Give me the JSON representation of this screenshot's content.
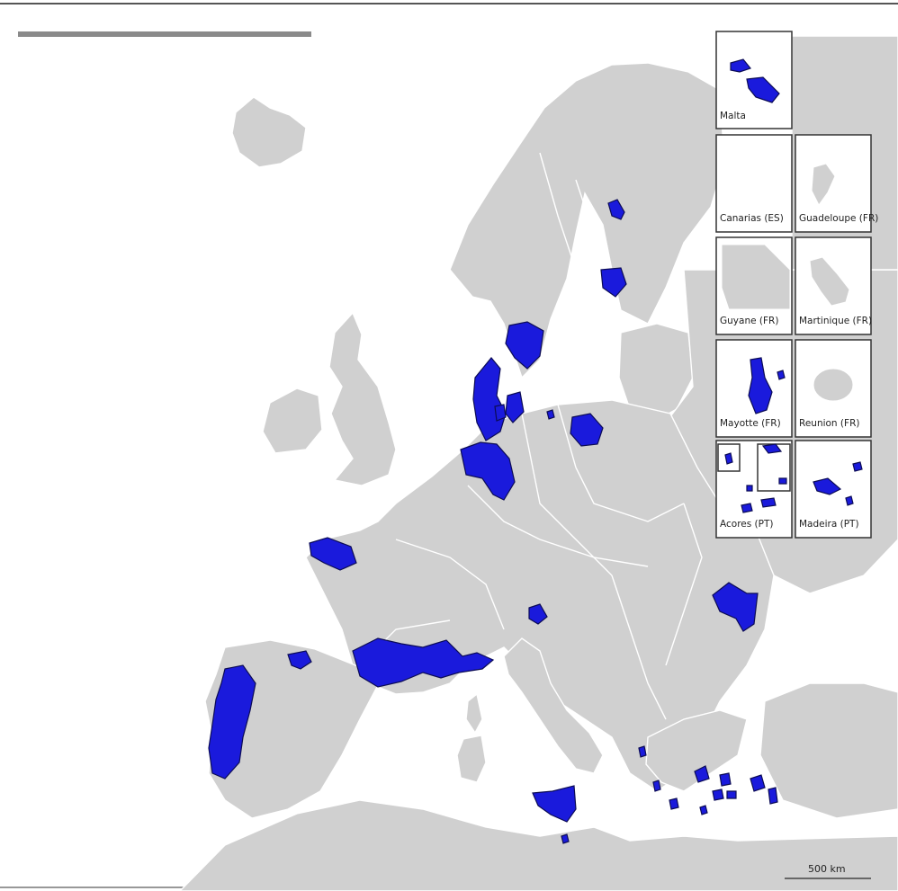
{
  "map": {
    "colors": {
      "land": "#d0d0d0",
      "sea": "#ffffff",
      "highlight": "#1a1adc",
      "highlight_outline": "#0c0c55",
      "border": "#ffffff",
      "inset_frame": "#333333"
    },
    "insets": [
      {
        "label": "Malta"
      },
      {
        "label": "Canarias (ES)"
      },
      {
        "label": "Guadeloupe (FR)"
      },
      {
        "label": "Guyane (FR)"
      },
      {
        "label": "Martinique (FR)"
      },
      {
        "label": "Mayotte (FR)"
      },
      {
        "label": "Reunion (FR)"
      },
      {
        "label": "Acores (PT)"
      },
      {
        "label": "Madeira (PT)"
      }
    ],
    "scale_bar": {
      "label": "500 km"
    }
  }
}
